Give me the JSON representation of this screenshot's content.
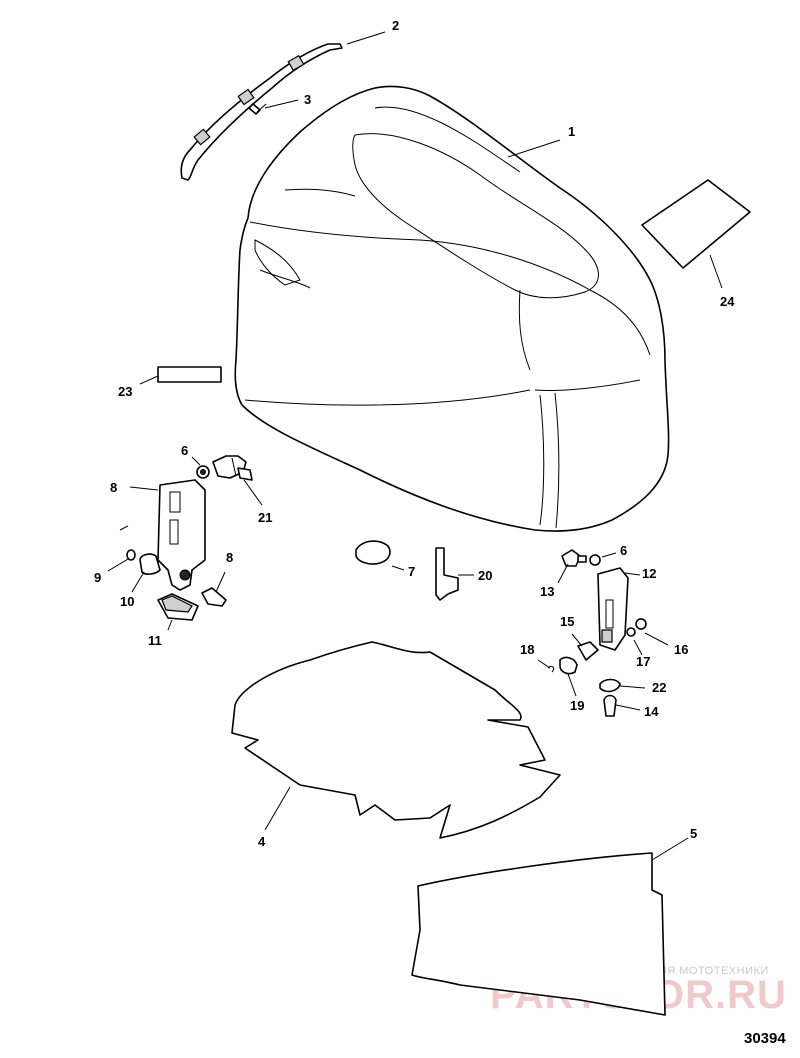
{
  "callouts": [
    {
      "id": "1",
      "text": "1"
    },
    {
      "id": "2",
      "text": "2"
    },
    {
      "id": "3",
      "text": "3"
    },
    {
      "id": "4",
      "text": "4"
    },
    {
      "id": "5",
      "text": "5"
    },
    {
      "id": "6a",
      "text": "6"
    },
    {
      "id": "6b",
      "text": "6"
    },
    {
      "id": "7",
      "text": "7"
    },
    {
      "id": "8a",
      "text": "8"
    },
    {
      "id": "8b",
      "text": "8"
    },
    {
      "id": "9",
      "text": "9"
    },
    {
      "id": "10",
      "text": "10"
    },
    {
      "id": "11",
      "text": "11"
    },
    {
      "id": "12",
      "text": "12"
    },
    {
      "id": "13",
      "text": "13"
    },
    {
      "id": "14",
      "text": "14"
    },
    {
      "id": "15",
      "text": "15"
    },
    {
      "id": "16",
      "text": "16"
    },
    {
      "id": "17",
      "text": "17"
    },
    {
      "id": "18",
      "text": "18"
    },
    {
      "id": "19",
      "text": "19"
    },
    {
      "id": "20",
      "text": "20"
    },
    {
      "id": "21",
      "text": "21"
    },
    {
      "id": "22",
      "text": "22"
    },
    {
      "id": "23",
      "text": "23"
    },
    {
      "id": "24",
      "text": "24"
    }
  ],
  "document_number": "30394",
  "watermark": {
    "caption": "ЗАПЧАСТИ И АКСЕССУАРЫ ДЛЯ МОТОТЕХНИКИ",
    "brand": "PARTSFOR.RU"
  },
  "colors": {
    "line": "#000000",
    "watermark_brand": "#f1c9c9",
    "watermark_caption": "#c9c9c9"
  }
}
